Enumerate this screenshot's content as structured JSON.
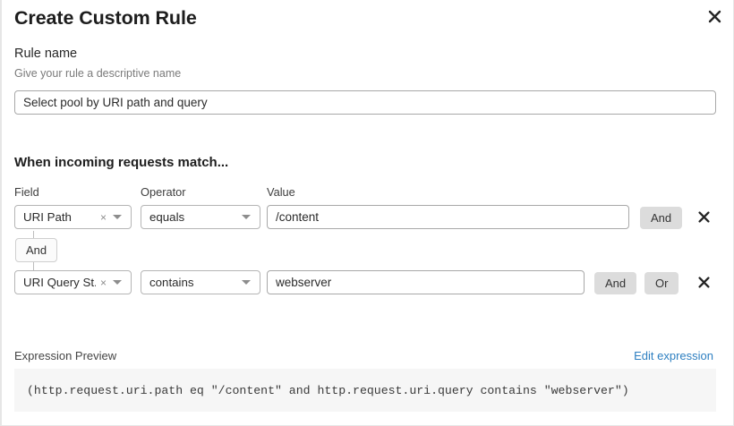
{
  "modal": {
    "title": "Create Custom Rule",
    "close_icon": "close-icon"
  },
  "rule_name": {
    "label": "Rule name",
    "help": "Give your rule a descriptive name",
    "value": "Select pool by URI path and query",
    "placeholder": "Select pool by URI path and query"
  },
  "match": {
    "heading": "When incoming requests match...",
    "columns": {
      "field": "Field",
      "operator": "Operator",
      "value": "Value"
    },
    "connector": {
      "label": "And"
    },
    "rows": [
      {
        "field": "URI Path",
        "field_clear_icon": "×",
        "field_caret_icon": "chevron-down-icon",
        "operator": "equals",
        "operator_caret_icon": "chevron-down-icon",
        "value": "/content",
        "buttons": [
          "And"
        ],
        "delete_icon": "close-icon"
      },
      {
        "field": "URI Query St...",
        "field_clear_icon": "×",
        "field_caret_icon": "chevron-down-icon",
        "operator": "contains",
        "operator_caret_icon": "chevron-down-icon",
        "value": "webserver",
        "buttons": [
          "And",
          "Or"
        ],
        "delete_icon": "close-icon"
      }
    ]
  },
  "expression": {
    "label": "Expression Preview",
    "edit_link": "Edit expression",
    "code": "(http.request.uri.path eq \"/content\" and http.request.uri.query contains \"webserver\")"
  },
  "colors": {
    "accent_link": "#2d7fc1",
    "button_grey": "#dcdcdc",
    "code_bg": "#f6f6f6"
  }
}
